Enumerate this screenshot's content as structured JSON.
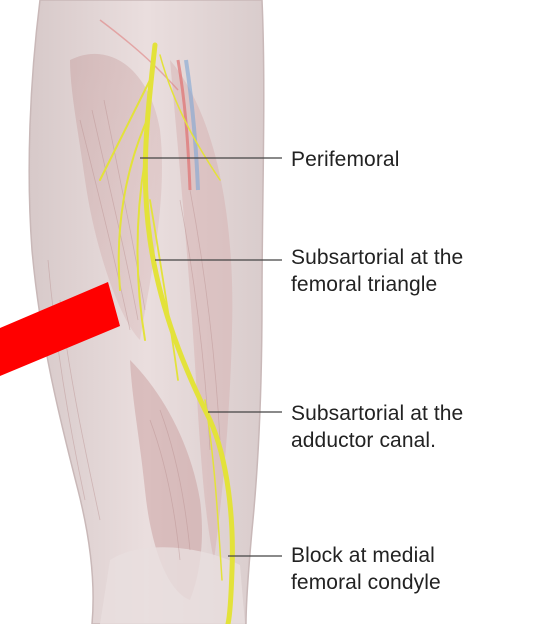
{
  "labels": {
    "perifemoral": "Perifemoral",
    "subsartorial_triangle": "Subsartorial at the\nfemoral triangle",
    "subsartorial_canal": "Subsartorial at the\nadductor canal.",
    "medial_condyle": "Block at medial\nfemoral condyle"
  },
  "colors": {
    "nerve": "#e3e23a",
    "arrow": "#ff0000",
    "leader": "#444444",
    "muscle": "#d9b7b7",
    "skin": "#e6dcdc"
  },
  "icons": {
    "arrow": "red-arrow-indicator"
  }
}
